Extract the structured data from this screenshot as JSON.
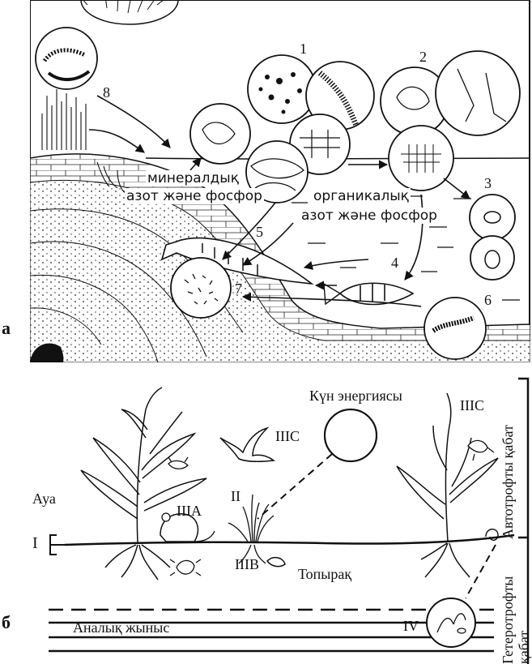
{
  "panel_a": {
    "letter": "а",
    "numbers": [
      "1",
      "2",
      "3",
      "4",
      "5",
      "6",
      "7",
      "8"
    ],
    "mineral_line1": "минералдық",
    "mineral_line2": "азот және фосфор",
    "organic_line1": "органикалық",
    "organic_line2": "азот және фосфор"
  },
  "panel_b": {
    "letter": "б",
    "sun_label": "Күн энергиясы",
    "air": "Ауа",
    "soil": "Топырақ",
    "bedrock": "Аналық жыныс",
    "level_I": "I",
    "level_II": "II",
    "level_IIIA": "IIIA",
    "level_IIIB": "IIIB",
    "level_IIIC_bird": "IIIC",
    "level_IIIC_right": "IIIC",
    "level_IV": "IV",
    "autotroph_layer": "Автотрофты қабат",
    "heterotroph_line1": "Гетеротрофты",
    "heterotroph_line2": "қабат"
  },
  "colors": {
    "ink": "#111111",
    "paper": "#ffffff"
  }
}
